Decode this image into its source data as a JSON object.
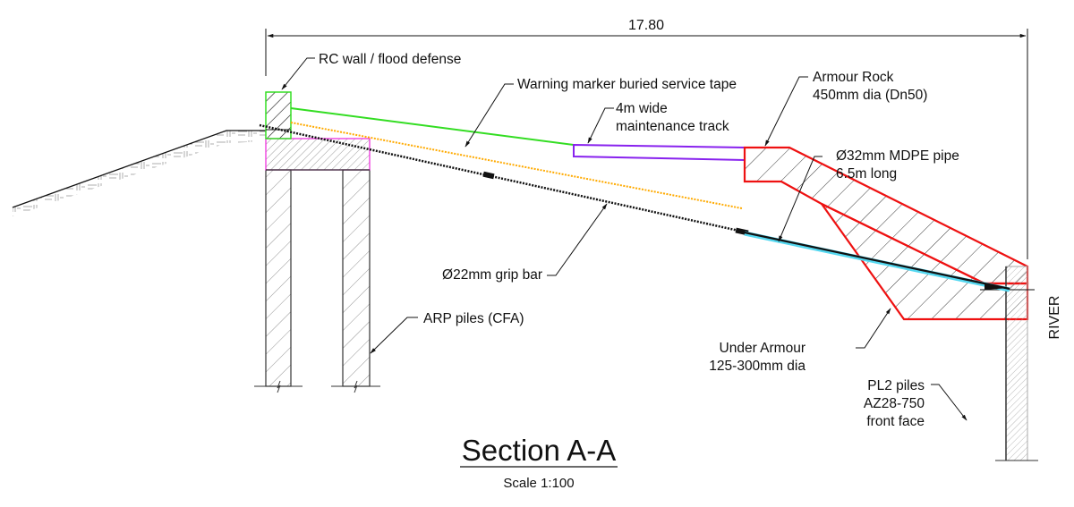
{
  "drawing": {
    "title": "Section A-A",
    "scale": "Scale 1:100",
    "overall_dimension": "17.80",
    "river_label": "RIVER"
  },
  "labels": {
    "rc_wall": "RC wall / flood defense",
    "warning_tape": "Warning marker buried service tape",
    "track_line1": "4m wide",
    "track_line2": "maintenance track",
    "armour_line1": "Armour Rock",
    "armour_line2": "450mm dia (Dn50)",
    "pipe_line1": "Ø32mm MDPE pipe",
    "pipe_line2": "6.5m long",
    "grip_bar": "Ø22mm grip bar",
    "arp_piles": "ARP piles (CFA)",
    "under_armour_line1": "Under Armour",
    "under_armour_line2": "125-300mm dia",
    "pl2_line1": "PL2 piles",
    "pl2_line2": "AZ28-750",
    "pl2_line3": "front face"
  },
  "colors": {
    "rc_wall": "#33dd22",
    "pile_cap": "#ee33dd",
    "track": "#8822ee",
    "armour": "#ee1111",
    "tape": "#ffaa00",
    "pipe_glow": "#55d8f0",
    "line": "#111111"
  }
}
